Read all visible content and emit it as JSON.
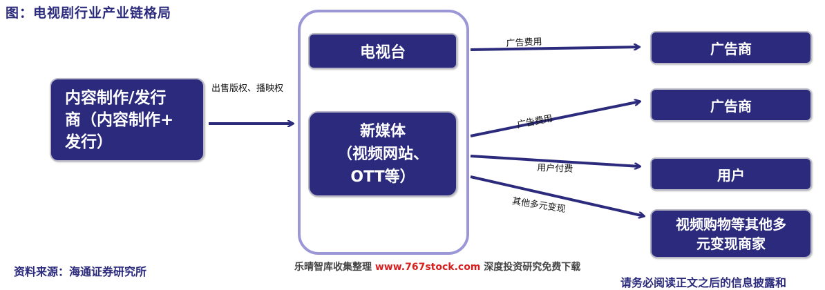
{
  "title": "图：电视剧行业产业链格局",
  "nodes": {
    "content_producer": [
      "内容制作/发行",
      "商（内容制作+",
      "发行）"
    ],
    "tv_station": "电视台",
    "new_media": [
      "新媒体",
      "（视频网站、",
      "OTT等）"
    ],
    "advertiser_1": "广告商",
    "advertiser_2": "广告商",
    "user": "用户",
    "other_merchants": [
      "视频购物等其他多",
      "元变现商家"
    ]
  },
  "edges": {
    "sell": "出售版权、播映权",
    "tv_ad_fee": "广告费用",
    "nm_ad_fee": "广告费用",
    "user_pay": "用户付费",
    "other_monetize": "其他多元变现"
  },
  "footer": {
    "source": "资料来源：海通证券研究所",
    "watermark_prefix": "乐晴智库收集整理 ",
    "watermark_url": "www.767stock.com",
    "watermark_suffix": " 深度投资研究免费下载",
    "cut_text": "请务必阅读正文之后的信息披露和"
  },
  "colors": {
    "box_fill": "#2b2a7c",
    "frame": "#9b97d6",
    "arrow": "#2b2a7c"
  }
}
